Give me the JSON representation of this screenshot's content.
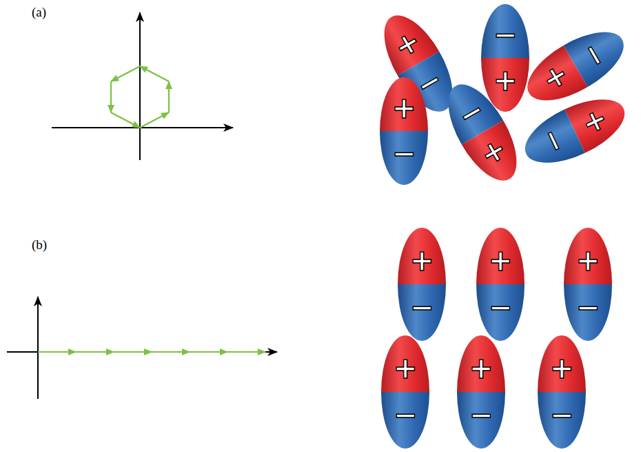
{
  "diagram": {
    "labels": [
      "(a)",
      "+",
      "−",
      "−",
      "+",
      "−",
      "+",
      "+",
      "−",
      "−",
      "+",
      "+",
      "−",
      "(b)",
      "+",
      "−",
      "+",
      "−",
      "+",
      "−",
      "+",
      "−",
      "+",
      "−",
      "+",
      "−"
    ]
  }
}
